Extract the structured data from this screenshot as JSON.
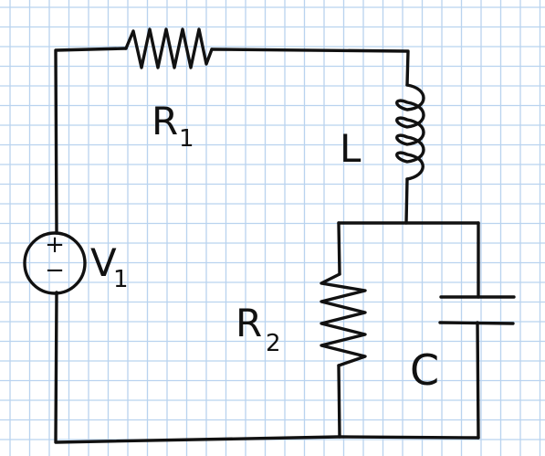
{
  "colors": {
    "paper": "#ffffff",
    "grid": "#b9d3ef",
    "ink": "#111111"
  },
  "components": {
    "r1": {
      "label_main": "R",
      "label_sub": "1"
    },
    "l": {
      "label_main": "L"
    },
    "v1": {
      "label_main": "V",
      "label_sub": "1",
      "plus": "+",
      "minus": "−"
    },
    "r2": {
      "label_main": "R",
      "label_sub": "2"
    },
    "c": {
      "label_main": "C"
    }
  }
}
